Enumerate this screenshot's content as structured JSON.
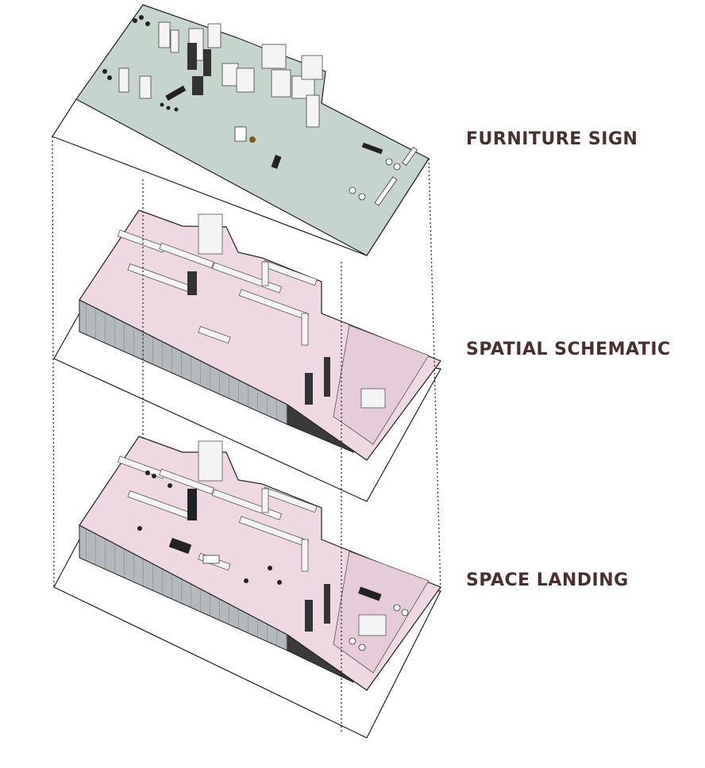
{
  "labels": {
    "furniture_sign": "FURNITURE SIGN",
    "spatial_schematic": "SPATIAL SCHEMATIC",
    "space_landing": "SPACE LANDING"
  },
  "colors": {
    "label_text": "#4a2f2f",
    "furniture_floor": "#c5d4cd",
    "room_floor_pink": "#e6cbd9",
    "wall_white": "#f4f4f4",
    "wall_shade": "#d9d9d9",
    "glass_facade": "#b4b9bd",
    "outline": "#222222",
    "furniture_dark": "#222222"
  }
}
